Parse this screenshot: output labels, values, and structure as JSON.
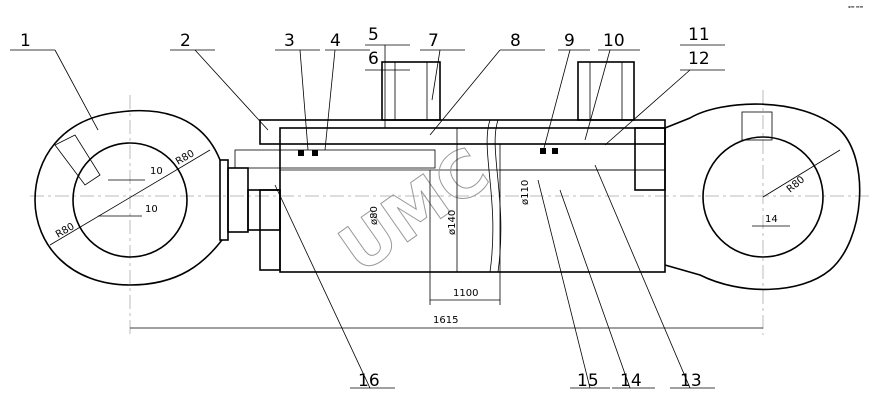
{
  "corner_note": "▪▬ ▬▬",
  "watermark": "UMC",
  "callouts": [
    "1",
    "2",
    "3",
    "4",
    "5",
    "6",
    "7",
    "8",
    "9",
    "10",
    "11",
    "12",
    "13",
    "14",
    "15",
    "16"
  ],
  "dimensions": {
    "overall_length": "1615",
    "stroke": "1100",
    "rod_diameter": "ø80",
    "bore_diameter": "ø140",
    "piston_rod_diameter": "ø110",
    "left_eye_radius_1": "R80",
    "left_eye_radius_2": "R80",
    "right_eye_radius": "R80",
    "left_offset_1": "10",
    "left_offset_2": "10",
    "right_offset": "14"
  }
}
